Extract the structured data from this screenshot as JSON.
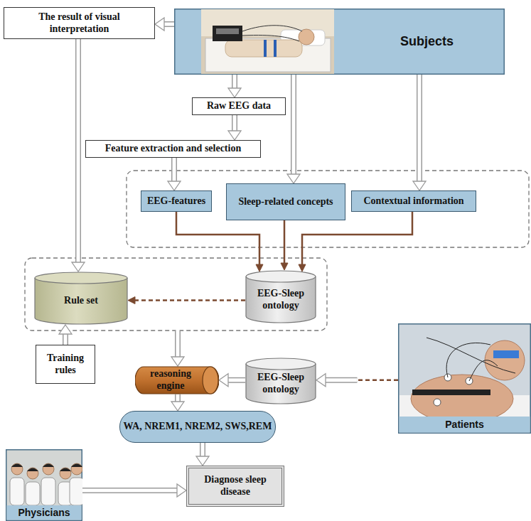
{
  "diagram": {
    "nodes": [
      {
        "text": [
          "Subjects"
        ]
      },
      {
        "text": [
          "The result of visual interpretation"
        ]
      },
      {
        "text": [
          "Raw EEG data"
        ]
      },
      {
        "text": [
          "Feature extraction and selection"
        ]
      },
      {
        "text": [
          "EEG-features"
        ]
      },
      {
        "text": [
          "Sleep-related concepts"
        ]
      },
      {
        "text": [
          "Contextual information"
        ]
      },
      {
        "text": [
          "Rule set"
        ]
      },
      {
        "text": [
          "EEG-Sleep ontology"
        ]
      },
      {
        "text": [
          "Training rules"
        ]
      },
      {
        "text": [
          "reasoning engine"
        ]
      },
      {
        "text": [
          "EEG-Sleep ontology"
        ]
      },
      {
        "text": [
          "Patients"
        ]
      },
      {
        "text": [
          "WA, NREM1, NREM2, SWS,REM"
        ]
      },
      {
        "text": [
          "Physicians"
        ]
      },
      {
        "text": [
          "Diagnose sleep disease"
        ]
      }
    ],
    "edges": [
      {
        "from": 0,
        "to": 1,
        "arrow": "to"
      },
      {
        "from": 0,
        "to": 2,
        "arrow": "to"
      },
      {
        "from": 2,
        "to": 3,
        "arrow": "to"
      },
      {
        "from": 3,
        "to": 4,
        "arrow": "to"
      },
      {
        "from": 0,
        "to": 5,
        "arrow": "to"
      },
      {
        "from": 0,
        "to": 6,
        "arrow": "to"
      },
      {
        "from": 1,
        "to": 7,
        "arrow": "to"
      },
      {
        "from": 4,
        "to": 8,
        "arrow": "to"
      },
      {
        "from": 5,
        "to": 8,
        "arrow": "to"
      },
      {
        "from": 6,
        "to": 8,
        "arrow": "to"
      },
      {
        "from": 8,
        "to": 7,
        "arrow": "to"
      },
      {
        "from": 9,
        "to": 7,
        "arrow": "to"
      },
      {
        "from": 11,
        "to": 10,
        "arrow": "to"
      },
      {
        "from": 12,
        "to": 11,
        "arrow": "to"
      },
      {
        "from": 10,
        "to": 13,
        "arrow": "to"
      },
      {
        "from": 13,
        "to": 15,
        "arrow": "to"
      },
      {
        "from": 14,
        "to": 15,
        "arrow": "to"
      }
    ]
  }
}
